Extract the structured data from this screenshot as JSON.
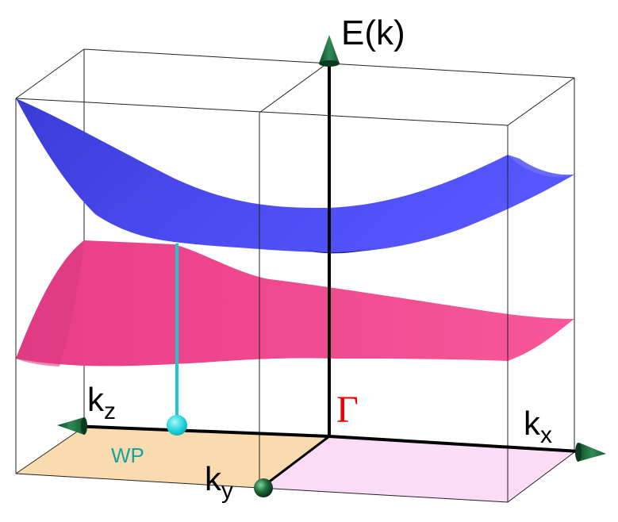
{
  "labels": {
    "energy_axis": "E(k)",
    "kz": "k",
    "kz_sub": "z",
    "kx": "k",
    "kx_sub": "x",
    "ky": "k",
    "ky_sub": "y",
    "gamma": "Γ",
    "weyl_point": "WP"
  },
  "colors": {
    "upper_band": "#3f3fe6",
    "lower_band": "#f0468e",
    "floor_left": "#fad9ab",
    "floor_right": "#fbd9f6",
    "weyl_marker": "#1fc6cc",
    "axis_arrow": "#1e6b3c",
    "gamma": "#ee0000",
    "wp_text": "#14a3a3"
  }
}
